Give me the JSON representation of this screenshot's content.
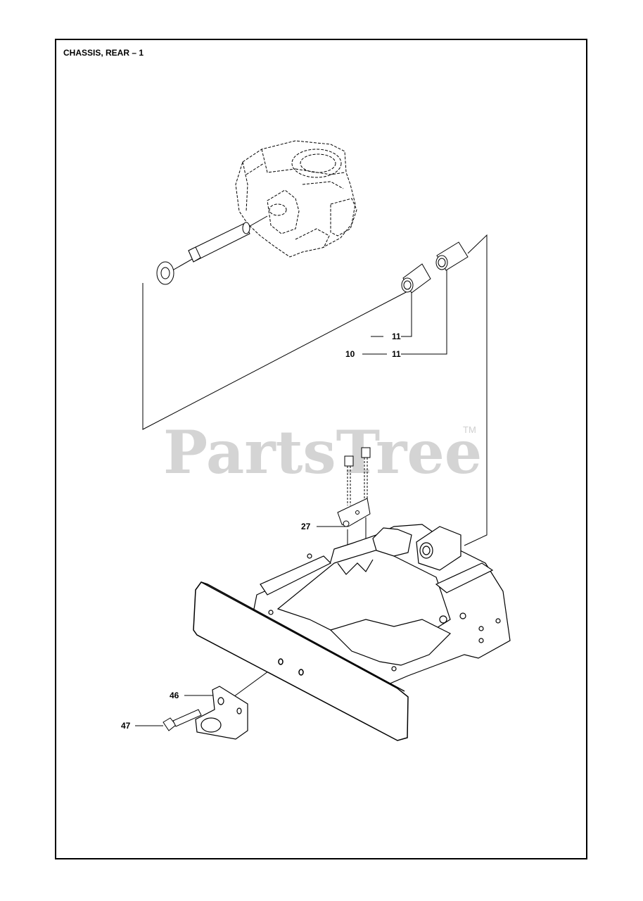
{
  "page_title": "CHASSIS, REAR – 1",
  "watermark": {
    "text": "PartsTree",
    "trademark": "TM"
  },
  "callouts": {
    "c10": "10",
    "c11a": "11",
    "c11b": "11",
    "c27": "27",
    "c46": "46",
    "c47": "47"
  },
  "colors": {
    "line": "#000000",
    "watermark": "#d4d4d4",
    "part_fill": "#ffffff"
  }
}
